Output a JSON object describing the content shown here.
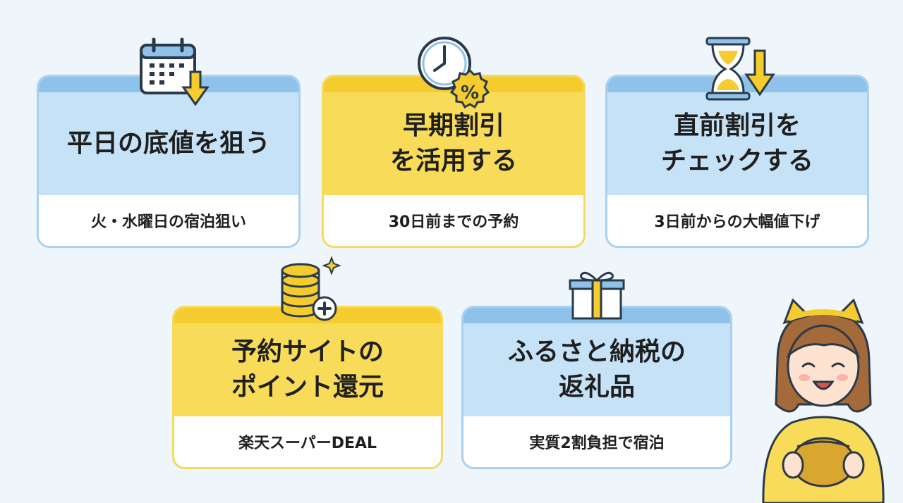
{
  "cards": [
    {
      "title_lines": [
        "平日の底値を狙う"
      ],
      "subtitle": "火・水曜日の宿泊狙い",
      "icon": "calendar-down-icon",
      "theme": "blue"
    },
    {
      "title_lines": [
        "早期割引",
        "を活用する"
      ],
      "subtitle": "30日前までの予約",
      "icon": "clock-discount-icon",
      "theme": "yellow"
    },
    {
      "title_lines": [
        "直前割引を",
        "チェックする"
      ],
      "subtitle": "3日前からの大幅値下げ",
      "icon": "hourglass-down-icon",
      "theme": "blue"
    },
    {
      "title_lines": [
        "予約サイトの",
        "ポイント還元"
      ],
      "subtitle": "楽天スーパーDEAL",
      "icon": "coins-plus-icon",
      "theme": "yellow"
    },
    {
      "title_lines": [
        "ふるさと納税の",
        "返礼品"
      ],
      "subtitle": "実質2割負担で宿泊",
      "icon": "gift-box-icon",
      "theme": "blue"
    }
  ],
  "illustration": {
    "icon": "girl-with-coin-purse-icon"
  },
  "colors": {
    "background": "#eef5fb",
    "blue": "#8ec2ea",
    "blue_light": "#c5e2f7",
    "yellow": "#f4cc2d",
    "yellow_light": "#f8db59"
  }
}
